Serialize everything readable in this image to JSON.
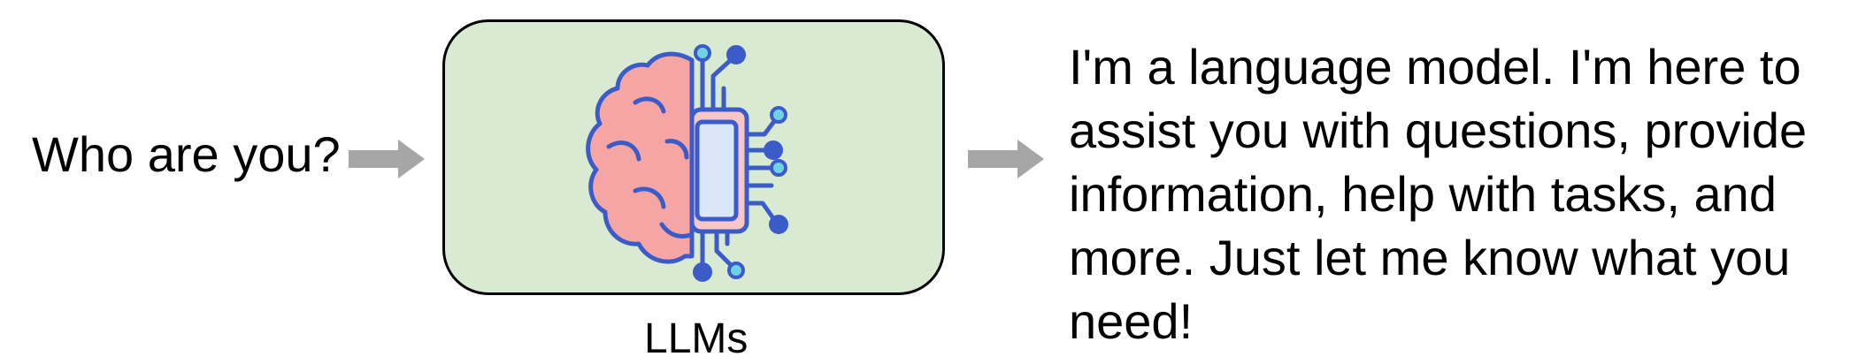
{
  "input": {
    "text": "Who are you?"
  },
  "model": {
    "label": "LLMs",
    "icon": "brain-chip-icon",
    "box_color": "#d9ead3"
  },
  "output": {
    "lines": [
      "I'm a language model. I'm here to",
      "assist you with questions, provide",
      "information, help with tasks, and",
      "more. Just let me know what you",
      "need!"
    ]
  },
  "colors": {
    "arrow": "#a6a6a6",
    "brain": "#f6a5a5",
    "chip": "#dbe7f8",
    "outline": "#3b5cc8",
    "node_light": "#6fd3e0"
  }
}
